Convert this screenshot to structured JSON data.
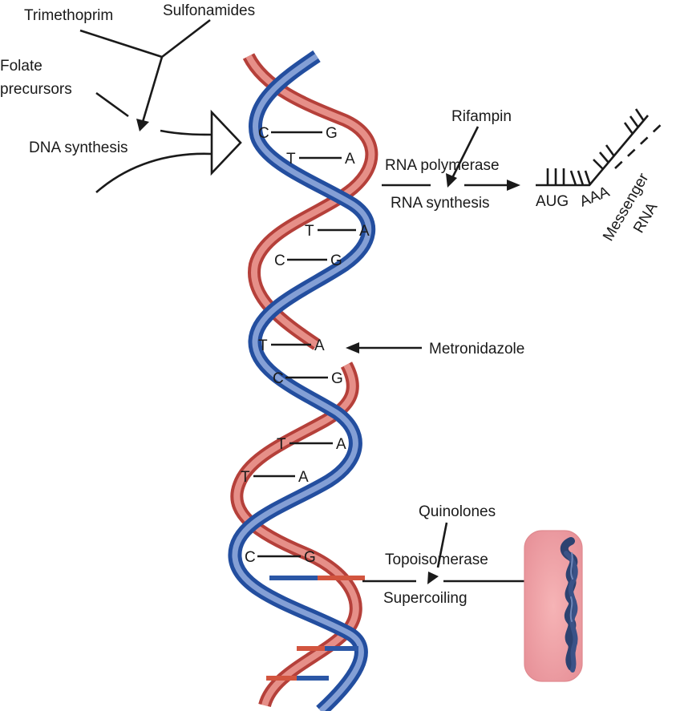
{
  "title": "Sites of antibiotic action on bacterial DNA/RNA",
  "colors": {
    "strand_red": "#c8524a",
    "strand_red_light": "#f0a49a",
    "strand_blue": "#2f5aa8",
    "strand_blue_light": "#9fb6e0",
    "cell_pink": "#efa2a6",
    "chromosome_navy": "#2c3f6b",
    "ink": "#1a1a1a"
  },
  "labels": {
    "trimethoprim": "Trimethoprim",
    "sulfonamides": "Sulfonamides",
    "folate_precursors_line1": "Folate",
    "folate_precursors_line2": "precursors",
    "dna_synthesis": "DNA synthesis",
    "rifampin": "Rifampin",
    "rna_polymerase": "RNA polymerase",
    "rna_synthesis": "RNA synthesis",
    "aug": "AUG",
    "aaa": "AAA",
    "messenger_line1": "Messenger",
    "messenger_line2": "RNA",
    "metronidazole": "Metronidazole",
    "quinolones": "Quinolones",
    "topoisomerase": "Topoisomerase",
    "supercoiling": "Supercoiling"
  },
  "base_pairs": [
    {
      "left": "C",
      "right": "G"
    },
    {
      "left": "T",
      "right": "A"
    },
    {
      "left": "T",
      "right": "A"
    },
    {
      "left": "C",
      "right": "G"
    },
    {
      "left": "T",
      "right": "A"
    },
    {
      "left": "C",
      "right": "G"
    },
    {
      "left": "T",
      "right": "A"
    },
    {
      "left": "T",
      "right": "A"
    },
    {
      "left": "C",
      "right": "G"
    }
  ]
}
